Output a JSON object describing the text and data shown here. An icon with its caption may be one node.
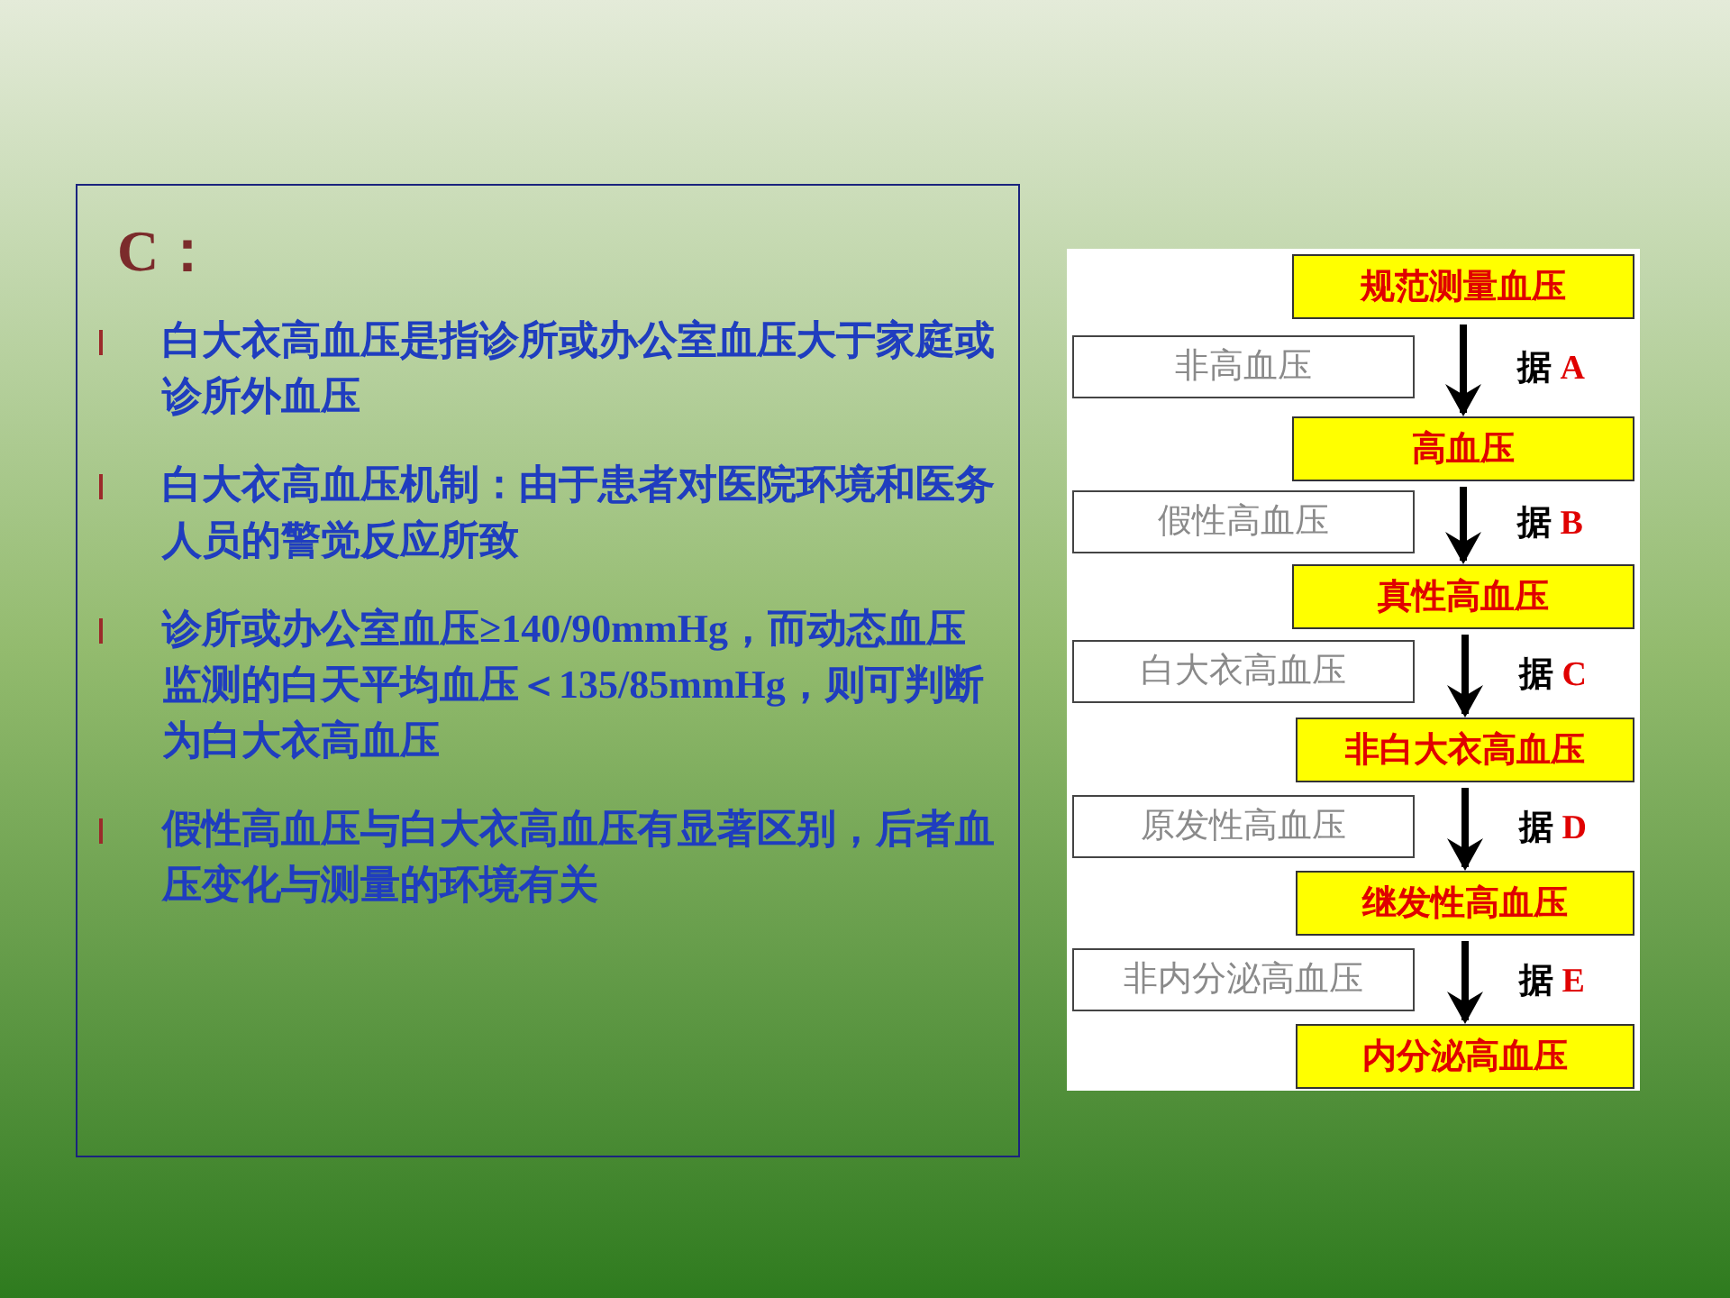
{
  "diagram": {
    "nodes": [
      {
        "text": [
          "C：",
          "白大衣高血压是指诊所或办公室血压大于家庭或诊所外血压",
          "白大衣高血压机制：由于患者对医院环境和医务人员的警觉反应所致",
          "诊所或办公室血压≥140/90mmHg，而动态血压监测的白天平均血压＜135/85mmHg，则可判断为白大衣高血压",
          "假性高血压与白大衣高血压有显著区别，后者血压变化与测量的环境有关"
        ]
      },
      {
        "text": [],
        "shape": "box"
      },
      {
        "text": [
          "规范测量血压"
        ],
        "in": 1
      },
      {
        "text": [
          "非高血压"
        ],
        "in": 1
      },
      {
        "text": [
          "高血压"
        ],
        "in": 1
      },
      {
        "text": [
          "假性高血压"
        ],
        "in": 1
      },
      {
        "text": [
          "真性高血压"
        ],
        "in": 1
      },
      {
        "text": [
          "白大衣高血压"
        ],
        "in": 1
      },
      {
        "text": [
          "非白大衣高血压"
        ],
        "in": 1
      },
      {
        "text": [
          "原发性高血压"
        ],
        "in": 1
      },
      {
        "text": [
          "继发性高血压"
        ],
        "in": 1
      },
      {
        "text": [
          "非内分泌高血压"
        ],
        "in": 1
      },
      {
        "text": [
          "内分泌高血压"
        ],
        "in": 1
      }
    ],
    "edges": [
      {
        "from": 2,
        "to": 4,
        "arrow": "to",
        "label": "据 A"
      },
      {
        "from": 4,
        "to": 6,
        "arrow": "to",
        "label": "据 B"
      },
      {
        "from": 6,
        "to": 8,
        "arrow": "to",
        "label": "据 C"
      },
      {
        "from": 8,
        "to": 10,
        "arrow": "to",
        "label": "据 D"
      },
      {
        "from": 10,
        "to": 12,
        "arrow": "to",
        "label": "据 E"
      }
    ]
  }
}
